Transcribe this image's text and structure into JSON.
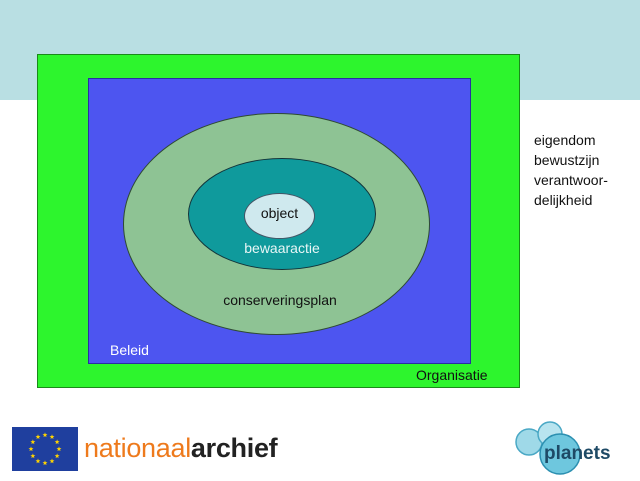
{
  "diagram": {
    "inner": "object",
    "middle": "bewaaractie",
    "outer": "conserveringsplan",
    "policy": "Beleid",
    "organisation": "Organisatie"
  },
  "side_list": [
    "eigendom",
    "bewustzijn",
    "verantwoor-",
    "delijkheid"
  ],
  "logos": {
    "eu_flag_icon": "eu-flag-icon",
    "archief_prefix": "nationaal",
    "archief_suffix": "archief",
    "planets": "planets"
  },
  "colors": {
    "organisation": "#2df52d",
    "policy": "#4d55f0",
    "plan": "#8ec394",
    "action": "#0f9a9c",
    "object": "#cfe9ee"
  }
}
